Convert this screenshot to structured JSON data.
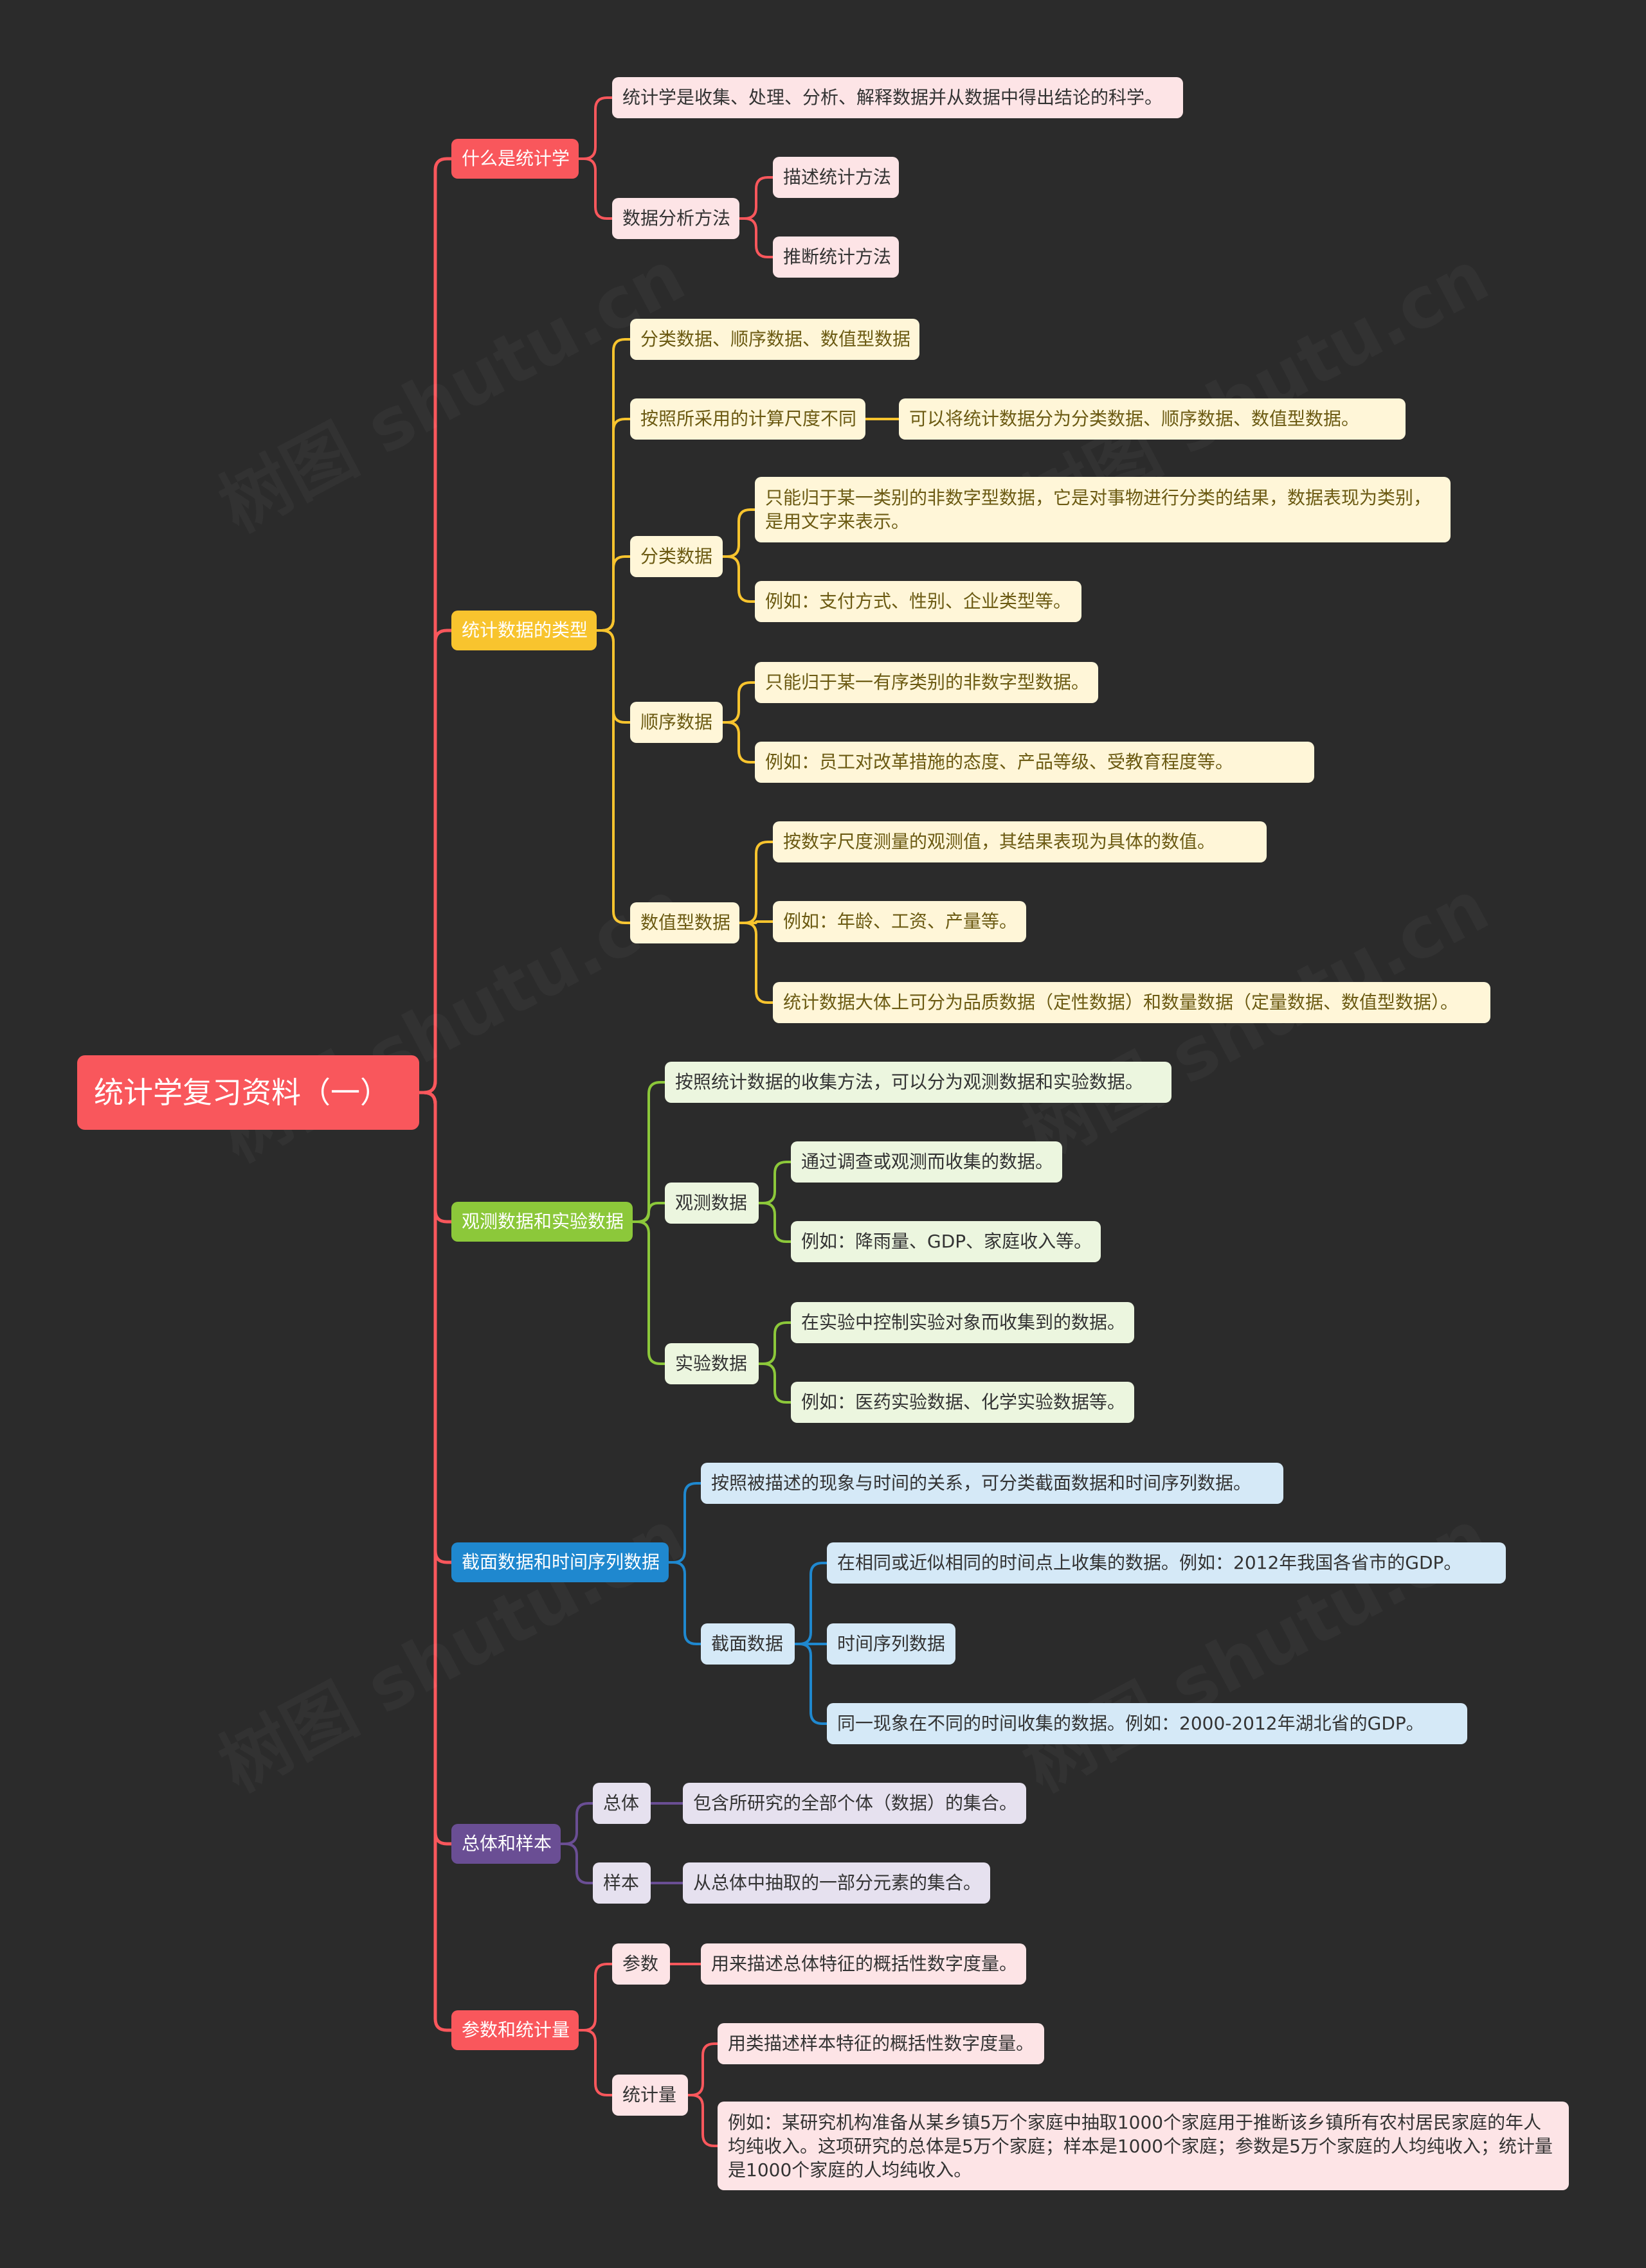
{
  "root": {
    "label": "统计学复习资料（一）",
    "color": "#f9575c"
  },
  "branches": [
    {
      "id": "b1",
      "label": "什么是统计学",
      "color": "#f9575c",
      "light": "#fde4e6",
      "text": "#333333",
      "children": [
        {
          "label": "统计学是收集、处理、分析、解释数据并从数据中得出结论的科学。"
        },
        {
          "label": "数据分析方法",
          "children": [
            {
              "label": "描述统计方法"
            },
            {
              "label": "推断统计方法"
            }
          ]
        }
      ]
    },
    {
      "id": "b2",
      "label": "统计数据的类型",
      "color": "#f8c42e",
      "light": "#fff6d8",
      "text": "#6b5a12",
      "children": [
        {
          "label": "分类数据、顺序数据、数值型数据"
        },
        {
          "label": "按照所采用的计算尺度不同",
          "children": [
            {
              "label": "可以将统计数据分为分类数据、顺序数据、数值型数据。"
            }
          ]
        },
        {
          "label": "分类数据",
          "children": [
            {
              "label": "只能归于某一类别的非数字型数据，它是对事物进行分类的结果，数据表现为类别，是用文字来表示。"
            },
            {
              "label": "例如：支付方式、性别、企业类型等。"
            }
          ]
        },
        {
          "label": "顺序数据",
          "children": [
            {
              "label": "只能归于某一有序类别的非数字型数据。"
            },
            {
              "label": "例如：员工对改革措施的态度、产品等级、受教育程度等。"
            }
          ]
        },
        {
          "label": "数值型数据",
          "children": [
            {
              "label": "按数字尺度测量的观测值，其结果表现为具体的数值。"
            },
            {
              "label": "例如：年龄、工资、产量等。"
            },
            {
              "label": "统计数据大体上可分为品质数据（定性数据）和数量数据（定量数据、数值型数据）。"
            }
          ]
        }
      ]
    },
    {
      "id": "b3",
      "label": "观测数据和实验数据",
      "color": "#8cc83a",
      "light": "#ecf6df",
      "text": "#333333",
      "children": [
        {
          "label": "按照统计数据的收集方法，可以分为观测数据和实验数据。"
        },
        {
          "label": "观测数据",
          "children": [
            {
              "label": "通过调查或观测而收集的数据。"
            },
            {
              "label": "例如：降雨量、GDP、家庭收入等。"
            }
          ]
        },
        {
          "label": "实验数据",
          "children": [
            {
              "label": "在实验中控制实验对象而收集到的数据。"
            },
            {
              "label": "例如：医药实验数据、化学实验数据等。"
            }
          ]
        }
      ]
    },
    {
      "id": "b4",
      "label": "截面数据和时间序列数据",
      "color": "#1f88cf",
      "light": "#d5e9f7",
      "text": "#333333",
      "children": [
        {
          "label": "按照被描述的现象与时间的关系，可分类截面数据和时间序列数据。"
        },
        {
          "label": "截面数据",
          "children": [
            {
              "label": "在相同或近似相同的时间点上收集的数据。例如：2012年我国各省市的GDP。"
            },
            {
              "label": "时间序列数据"
            },
            {
              "label": "同一现象在不同的时间收集的数据。例如：2000-2012年湖北省的GDP。"
            }
          ]
        }
      ]
    },
    {
      "id": "b5",
      "label": "总体和样本",
      "color": "#6a4e94",
      "light": "#e6e1ef",
      "text": "#333333",
      "children": [
        {
          "label": "总体",
          "children": [
            {
              "label": "包含所研究的全部个体（数据）的集合。"
            }
          ]
        },
        {
          "label": "样本",
          "children": [
            {
              "label": "从总体中抽取的一部分元素的集合。"
            }
          ]
        }
      ]
    },
    {
      "id": "b6",
      "label": "参数和统计量",
      "color": "#f9575c",
      "light": "#fde4e6",
      "text": "#333333",
      "children": [
        {
          "label": "参数",
          "children": [
            {
              "label": "用来描述总体特征的概括性数字度量。"
            }
          ]
        },
        {
          "label": "统计量",
          "children": [
            {
              "label": "用类描述样本特征的概括性数字度量。"
            },
            {
              "label": "例如：某研究机构准备从某乡镇5万个家庭中抽取1000个家庭用于推断该乡镇所有农村居民家庭的年人均纯收入。这项研究的总体是5万个家庭；样本是1000个家庭；参数是5万个家庭的人均纯收入；统计量是1000个家庭的人均纯收入。"
            }
          ]
        }
      ]
    }
  ]
}
